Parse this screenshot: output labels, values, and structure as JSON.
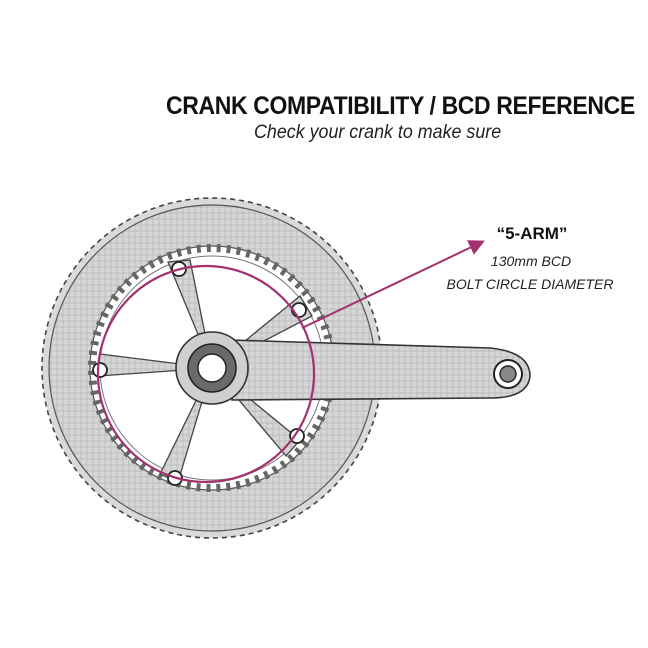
{
  "header": {
    "title": "CRANK COMPATIBILITY / BCD REFERENCE",
    "subtitle": "Check your crank to make sure"
  },
  "callout": {
    "arm_label": "“5-ARM”",
    "bcd_value": "130mm BCD",
    "bcd_description": "BOLT CIRCLE DIAMETER"
  },
  "colors": {
    "bcd_highlight": "#a3306f",
    "crank_metal": "#c9c9c9",
    "outline": "#333333",
    "text": "#111111"
  },
  "icons": {
    "crankset": "crankset-illustration",
    "arrow": "callout-arrow-icon"
  }
}
